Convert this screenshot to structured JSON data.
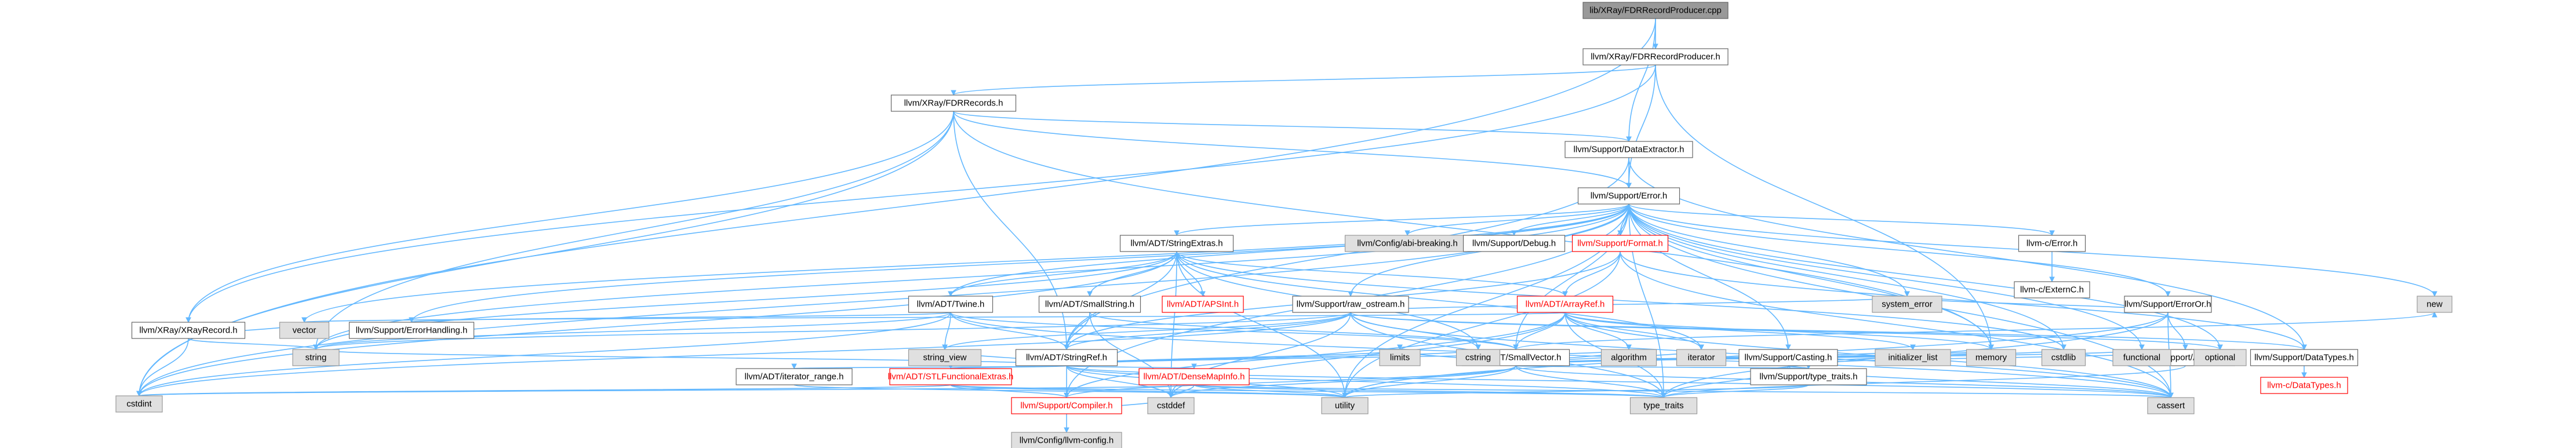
{
  "nodes": [
    {
      "id": "root",
      "label": "lib/XRay/FDRRecordProducer.cpp",
      "kind": "root"
    },
    {
      "id": "producer_h",
      "label": "llvm/XRay/FDRRecordProducer.h",
      "kind": "normal"
    },
    {
      "id": "fdrrecords_h",
      "label": "llvm/XRay/FDRRecords.h",
      "kind": "normal"
    },
    {
      "id": "dataextractor_h",
      "label": "llvm/Support/DataExtractor.h",
      "kind": "normal"
    },
    {
      "id": "error_h",
      "label": "llvm/Support/Error.h",
      "kind": "normal"
    },
    {
      "id": "xrayrecord_h",
      "label": "llvm/XRay/XRayRecord.h",
      "kind": "normal"
    },
    {
      "id": "abi_breaking_h",
      "label": "llvm/Config/abi-breaking.h",
      "kind": "std"
    },
    {
      "id": "stringextras_h",
      "label": "llvm/ADT/StringExtras.h",
      "kind": "normal"
    },
    {
      "id": "debug_h",
      "label": "llvm/Support/Debug.h",
      "kind": "normal"
    },
    {
      "id": "format_h",
      "label": "llvm/Support/Format.h",
      "kind": "red"
    },
    {
      "id": "c_error_h",
      "label": "llvm-c/Error.h",
      "kind": "normal"
    },
    {
      "id": "c_externc_h",
      "label": "llvm-c/ExternC.h",
      "kind": "normal"
    },
    {
      "id": "errorhandling_h",
      "label": "llvm/Support/ErrorHandling.h",
      "kind": "normal"
    },
    {
      "id": "twine_h",
      "label": "llvm/ADT/Twine.h",
      "kind": "normal"
    },
    {
      "id": "smallstring_h",
      "label": "llvm/ADT/SmallString.h",
      "kind": "normal"
    },
    {
      "id": "apsint_h",
      "label": "llvm/ADT/APSInt.h",
      "kind": "red"
    },
    {
      "id": "raw_ostream_h",
      "label": "llvm/Support/raw_ostream.h",
      "kind": "normal"
    },
    {
      "id": "arrayref_h",
      "label": "llvm/ADT/ArrayRef.h",
      "kind": "red"
    },
    {
      "id": "stringref_h",
      "label": "llvm/ADT/StringRef.h",
      "kind": "normal"
    },
    {
      "id": "smallvector_h",
      "label": "llvm/ADT/SmallVector.h",
      "kind": "normal"
    },
    {
      "id": "casting_h",
      "label": "llvm/Support/Casting.h",
      "kind": "normal"
    },
    {
      "id": "type_traits_h",
      "label": "llvm/Support/type_traits.h",
      "kind": "normal"
    },
    {
      "id": "erroror_h",
      "label": "llvm/Support/ErrorOr.h",
      "kind": "normal"
    },
    {
      "id": "alignof_h",
      "label": "llvm/Support/AlignOf.h",
      "kind": "normal"
    },
    {
      "id": "datatypes_h",
      "label": "llvm/Support/DataTypes.h",
      "kind": "normal"
    },
    {
      "id": "c_datatypes_h",
      "label": "llvm-c/DataTypes.h",
      "kind": "red"
    },
    {
      "id": "iterator_range_h",
      "label": "llvm/ADT/iterator_range.h",
      "kind": "normal"
    },
    {
      "id": "stlfunctional_h",
      "label": "llvm/ADT/STLFunctionalExtras.h",
      "kind": "red"
    },
    {
      "id": "densemapinfo_h",
      "label": "llvm/ADT/DenseMapInfo.h",
      "kind": "red"
    },
    {
      "id": "compiler_h",
      "label": "llvm/Support/Compiler.h",
      "kind": "red"
    },
    {
      "id": "llvm_config_h",
      "label": "llvm/Config/llvm-config.h",
      "kind": "std"
    },
    {
      "id": "vector",
      "label": "vector",
      "kind": "std"
    },
    {
      "id": "string",
      "label": "string",
      "kind": "std"
    },
    {
      "id": "string_view",
      "label": "string_view",
      "kind": "std"
    },
    {
      "id": "cstdint",
      "label": "cstdint",
      "kind": "std"
    },
    {
      "id": "cstddef",
      "label": "cstddef",
      "kind": "std"
    },
    {
      "id": "utility",
      "label": "utility",
      "kind": "std"
    },
    {
      "id": "limits",
      "label": "limits",
      "kind": "std"
    },
    {
      "id": "cstring",
      "label": "cstring",
      "kind": "std"
    },
    {
      "id": "algorithm",
      "label": "algorithm",
      "kind": "std"
    },
    {
      "id": "iterator",
      "label": "iterator",
      "kind": "std"
    },
    {
      "id": "initializer_list",
      "label": "initializer_list",
      "kind": "std"
    },
    {
      "id": "memory",
      "label": "memory",
      "kind": "std"
    },
    {
      "id": "system_error",
      "label": "system_error",
      "kind": "std"
    },
    {
      "id": "cstdlib",
      "label": "cstdlib",
      "kind": "std"
    },
    {
      "id": "functional",
      "label": "functional",
      "kind": "std"
    },
    {
      "id": "optional",
      "label": "optional",
      "kind": "std"
    },
    {
      "id": "type_traits",
      "label": "type_traits",
      "kind": "std"
    },
    {
      "id": "cassert",
      "label": "cassert",
      "kind": "std"
    },
    {
      "id": "new",
      "label": "new",
      "kind": "std"
    }
  ],
  "edges": [
    [
      "root",
      "producer_h"
    ],
    [
      "root",
      "dataextractor_h"
    ],
    [
      "root",
      "cstdint"
    ],
    [
      "producer_h",
      "fdrrecords_h"
    ],
    [
      "producer_h",
      "error_h"
    ],
    [
      "producer_h",
      "xrayrecord_h"
    ],
    [
      "producer_h",
      "memory"
    ],
    [
      "fdrrecords_h",
      "dataextractor_h"
    ],
    [
      "fdrrecords_h",
      "error_h"
    ],
    [
      "fdrrecords_h",
      "xrayrecord_h"
    ],
    [
      "fdrrecords_h",
      "stringref_h"
    ],
    [
      "fdrrecords_h",
      "string"
    ],
    [
      "fdrrecords_h",
      "cstdint"
    ],
    [
      "fdrrecords_h",
      "memory"
    ],
    [
      "dataextractor_h",
      "error_h"
    ],
    [
      "dataextractor_h",
      "stringref_h"
    ],
    [
      "dataextractor_h",
      "datatypes_h"
    ],
    [
      "xrayrecord_h",
      "vector"
    ],
    [
      "xrayrecord_h",
      "string"
    ],
    [
      "xrayrecord_h",
      "cstdint"
    ],
    [
      "error_h",
      "abi_breaking_h"
    ],
    [
      "error_h",
      "stringextras_h"
    ],
    [
      "error_h",
      "debug_h"
    ],
    [
      "error_h",
      "format_h"
    ],
    [
      "error_h",
      "c_error_h"
    ],
    [
      "error_h",
      "erroror_h"
    ],
    [
      "error_h",
      "errorhandling_h"
    ],
    [
      "error_h",
      "twine_h"
    ],
    [
      "error_h",
      "compiler_h"
    ],
    [
      "error_h",
      "raw_ostream_h"
    ],
    [
      "error_h",
      "smallvector_h"
    ],
    [
      "error_h",
      "casting_h"
    ],
    [
      "error_h",
      "system_error"
    ],
    [
      "error_h",
      "cassert"
    ],
    [
      "error_h",
      "cstdint"
    ],
    [
      "error_h",
      "cstdlib"
    ],
    [
      "error_h",
      "functional"
    ],
    [
      "error_h",
      "memory"
    ],
    [
      "error_h",
      "new"
    ],
    [
      "error_h",
      "optional"
    ],
    [
      "error_h",
      "string"
    ],
    [
      "error_h",
      "type_traits"
    ],
    [
      "error_h",
      "utility"
    ],
    [
      "error_h",
      "vector"
    ],
    [
      "c_error_h",
      "c_externc_h"
    ],
    [
      "stringextras_h",
      "apsint_h"
    ],
    [
      "stringextras_h",
      "arrayref_h"
    ],
    [
      "stringextras_h",
      "smallstring_h"
    ],
    [
      "stringextras_h",
      "stringref_h"
    ],
    [
      "stringextras_h",
      "twine_h"
    ],
    [
      "stringextras_h",
      "iterator"
    ],
    [
      "stringextras_h",
      "cstddef"
    ],
    [
      "stringextras_h",
      "cstdint"
    ],
    [
      "stringextras_h",
      "cstdlib"
    ],
    [
      "stringextras_h",
      "cstring"
    ],
    [
      "stringextras_h",
      "string"
    ],
    [
      "stringextras_h",
      "utility"
    ],
    [
      "format_h",
      "arrayref_h"
    ],
    [
      "format_h",
      "stringref_h"
    ],
    [
      "format_h",
      "datatypes_h"
    ],
    [
      "format_h",
      "cassert"
    ],
    [
      "format_h",
      "cstdio"
    ],
    [
      "format_h",
      "tuple"
    ],
    [
      "format_h",
      "utility"
    ],
    [
      "twine_h",
      "smallvector_h"
    ],
    [
      "twine_h",
      "stringref_h"
    ],
    [
      "twine_h",
      "errorhandling_h"
    ],
    [
      "twine_h",
      "cassert"
    ],
    [
      "twine_h",
      "cstdint"
    ],
    [
      "twine_h",
      "string"
    ],
    [
      "twine_h",
      "string_view"
    ],
    [
      "smallstring_h",
      "smallvector_h"
    ],
    [
      "smallstring_h",
      "stringref_h"
    ],
    [
      "smallstring_h",
      "cstddef"
    ],
    [
      "raw_ostream_h",
      "stringref_h"
    ],
    [
      "raw_ostream_h",
      "datatypes_h"
    ],
    [
      "raw_ostream_h",
      "cassert"
    ],
    [
      "raw_ostream_h",
      "cstddef"
    ],
    [
      "raw_ostream_h",
      "cstdint"
    ],
    [
      "raw_ostream_h",
      "cstring"
    ],
    [
      "raw_ostream_h",
      "optional"
    ],
    [
      "raw_ostream_h",
      "string"
    ],
    [
      "raw_ostream_h",
      "string_view"
    ],
    [
      "raw_ostream_h",
      "system_error"
    ],
    [
      "raw_ostream_h",
      "type_traits"
    ],
    [
      "arrayref_h",
      "smallvector_h"
    ],
    [
      "arrayref_h",
      "compiler_h"
    ],
    [
      "arrayref_h",
      "algorithm"
    ],
    [
      "arrayref_h",
      "array"
    ],
    [
      "arrayref_h",
      "cassert"
    ],
    [
      "arrayref_h",
      "cstddef"
    ],
    [
      "arrayref_h",
      "initializer_list"
    ],
    [
      "arrayref_h",
      "iterator"
    ],
    [
      "arrayref_h",
      "memory"
    ],
    [
      "arrayref_h",
      "type_traits"
    ],
    [
      "arrayref_h",
      "vector"
    ],
    [
      "stringref_h",
      "densemapinfo_h"
    ],
    [
      "stringref_h",
      "stlfunctional_h"
    ],
    [
      "stringref_h",
      "iterator_range_h"
    ],
    [
      "stringref_h",
      "compiler_h"
    ],
    [
      "stringref_h",
      "algorithm"
    ],
    [
      "stringref_h",
      "cassert"
    ],
    [
      "stringref_h",
      "cstddef"
    ],
    [
      "stringref_h",
      "cstring"
    ],
    [
      "stringref_h",
      "limits"
    ],
    [
      "stringref_h",
      "string"
    ],
    [
      "stringref_h",
      "string_view"
    ],
    [
      "stringref_h",
      "type_traits"
    ],
    [
      "stringref_h",
      "utility"
    ],
    [
      "smallvector_h",
      "compiler_h"
    ],
    [
      "smallvector_h",
      "type_traits_h"
    ],
    [
      "smallvector_h",
      "algorithm"
    ],
    [
      "smallvector_h",
      "cassert"
    ],
    [
      "smallvector_h",
      "cstddef"
    ],
    [
      "smallvector_h",
      "cstdlib"
    ],
    [
      "smallvector_h",
      "cstring"
    ],
    [
      "smallvector_h",
      "functional"
    ],
    [
      "smallvector_h",
      "initializer_list"
    ],
    [
      "smallvector_h",
      "iterator"
    ],
    [
      "smallvector_h",
      "limits"
    ],
    [
      "smallvector_h",
      "memory"
    ],
    [
      "smallvector_h",
      "new"
    ],
    [
      "smallvector_h",
      "type_traits"
    ],
    [
      "smallvector_h",
      "utility"
    ],
    [
      "casting_h",
      "type_traits_h"
    ],
    [
      "casting_h",
      "cassert"
    ],
    [
      "casting_h",
      "memory"
    ],
    [
      "casting_h",
      "optional"
    ],
    [
      "casting_h",
      "type_traits"
    ],
    [
      "type_traits_h",
      "utility"
    ],
    [
      "type_traits_h",
      "type_traits"
    ],
    [
      "erroror_h",
      "alignof_h"
    ],
    [
      "erroror_h",
      "cassert"
    ],
    [
      "erroror_h",
      "system_error"
    ],
    [
      "erroror_h",
      "type_traits"
    ],
    [
      "erroror_h",
      "utility"
    ],
    [
      "alignof_h",
      "type_traits"
    ],
    [
      "datatypes_h",
      "c_datatypes_h"
    ],
    [
      "iterator_range_h",
      "utility"
    ],
    [
      "stlfunctional_h",
      "compiler_h"
    ],
    [
      "stlfunctional_h",
      "cstdint"
    ],
    [
      "stlfunctional_h",
      "type_traits"
    ],
    [
      "stlfunctional_h",
      "utility"
    ],
    [
      "densemapinfo_h",
      "cassert"
    ],
    [
      "densemapinfo_h",
      "cstddef"
    ],
    [
      "densemapinfo_h",
      "cstdint"
    ],
    [
      "densemapinfo_h",
      "tuple"
    ],
    [
      "densemapinfo_h",
      "type_traits"
    ],
    [
      "densemapinfo_h",
      "utility"
    ],
    [
      "compiler_h",
      "llvm_config_h"
    ],
    [
      "compiler_h",
      "cstddef"
    ]
  ]
}
